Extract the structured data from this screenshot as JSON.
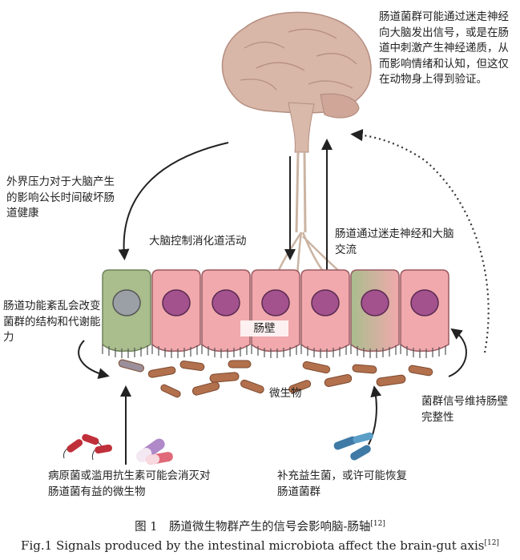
{
  "labels": {
    "brain_note": "肠道菌群可能通过迷走神经向大脑发出信号，或是在肠道中刺激产生神经递质，从而影响情绪和认知，但这仅在动物身上得到验证。",
    "stress": "外界压力对于大脑产生的影响公长时间破坏肠道健康",
    "brain_control": "大脑控制消化道活动",
    "vagus": "肠道通过迷走神经和大脑交流",
    "dysfunction": "肠道功能紊乱会改变菌群的结构和代谢能力",
    "gut_wall": "肠壁",
    "microbes": "微生物",
    "signal": "菌群信号维持肠壁完整性",
    "pathogen": "病原菌或滥用抗生素可能会消灭对肠道菌有益的微生物",
    "probiotic": "补充益生菌，或许可能恢复肠道菌群"
  },
  "caption": {
    "cn": "图 1　肠道微生物群产生的信号会影响脑-肠轴",
    "cn_ref": "[12]",
    "en_prefix": "Fig.1",
    "en": "Signals produced by the intestinal microbiota affect the brain-gut axis",
    "en_ref": "[12]"
  },
  "colors": {
    "cell_pink": "#f1a9ad",
    "cell_green": "#a9bd8d",
    "nucleus": "#a3528e",
    "bacteria": "#b2704c",
    "brain": "#d8b6a8"
  }
}
